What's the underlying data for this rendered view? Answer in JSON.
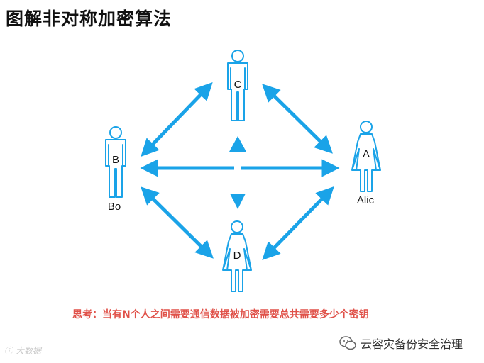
{
  "title": "图解非对称加密算法",
  "nodes": {
    "c": {
      "label": "C"
    },
    "b": {
      "label": "B",
      "name": "Bo"
    },
    "a": {
      "label": "A",
      "name": "Alic"
    },
    "d": {
      "label": "D"
    }
  },
  "question": "思考：当有N个人之间需要通信数据被加密需要总共需要多少个密钥",
  "watermark": "大数据",
  "footer": {
    "account": "云容灾备份安全治理"
  },
  "colors": {
    "accent": "#1aa3e8",
    "question": "#e0524a",
    "title": "#111111"
  }
}
